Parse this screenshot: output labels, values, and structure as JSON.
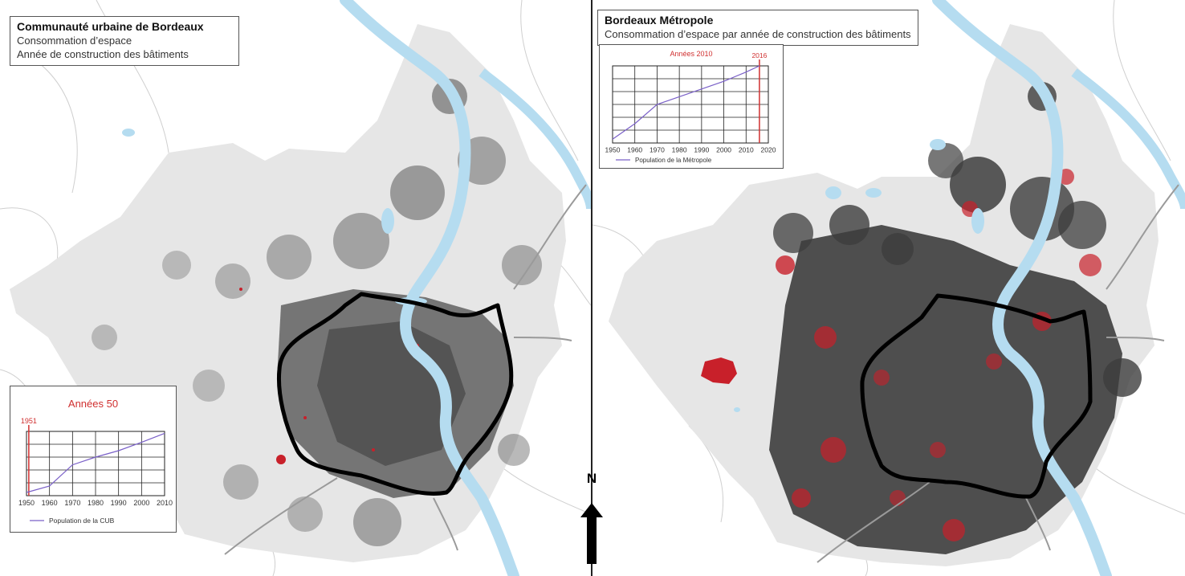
{
  "left_panel": {
    "title": "Communauté urbaine de Bordeaux",
    "subtitle_1": "Consommation d’espace",
    "subtitle_2": "Année de construction des bâtiments",
    "chart_data": {
      "type": "line",
      "title": "Années 50",
      "marker_label": "1951",
      "marker_x": 1951,
      "x_ticks": [
        "1950",
        "1960",
        "1970",
        "1980",
        "1990",
        "2000",
        "2010"
      ],
      "xlim": [
        1950,
        2010
      ],
      "legend": "Population de la CUB",
      "series": [
        {
          "name": "Population de la CUB",
          "x": [
            1950,
            1960,
            1970,
            1980,
            1990,
            2000,
            2010
          ],
          "values": [
            0.05,
            0.15,
            0.48,
            0.6,
            0.7,
            0.83,
            0.97
          ]
        }
      ],
      "ylim": [
        0,
        1
      ],
      "colors": {
        "line": "#7a60c8",
        "marker": "#d03030",
        "title": "#d03030"
      }
    }
  },
  "right_panel": {
    "title": "Bordeaux Métropole",
    "subtitle_1": "Consommation d’espace par année de construction des bâtiments",
    "chart_data": {
      "type": "line",
      "title": "Années 2010",
      "marker_label": "2016",
      "marker_x": 2016,
      "x_ticks": [
        "1950",
        "1960",
        "1970",
        "1980",
        "1990",
        "2000",
        "2010",
        "2020"
      ],
      "xlim": [
        1950,
        2020
      ],
      "legend": "Population de la Métropole",
      "series": [
        {
          "name": "Population de la Métropole",
          "x": [
            1950,
            1960,
            1970,
            1980,
            1990,
            2000,
            2010,
            2016
          ],
          "values": [
            0.05,
            0.25,
            0.5,
            0.6,
            0.7,
            0.8,
            0.92,
            1.0
          ]
        }
      ],
      "ylim": [
        0,
        1
      ],
      "colors": {
        "line": "#7a60c8",
        "marker": "#d03030",
        "title": "#d03030"
      }
    }
  },
  "north_arrow": {
    "label": "N"
  },
  "colors": {
    "land": "#e6e6e6",
    "water": "#b5dcf0",
    "built": "#3d3d3d",
    "new_built": "#c8202a",
    "boundary": "#000000"
  }
}
